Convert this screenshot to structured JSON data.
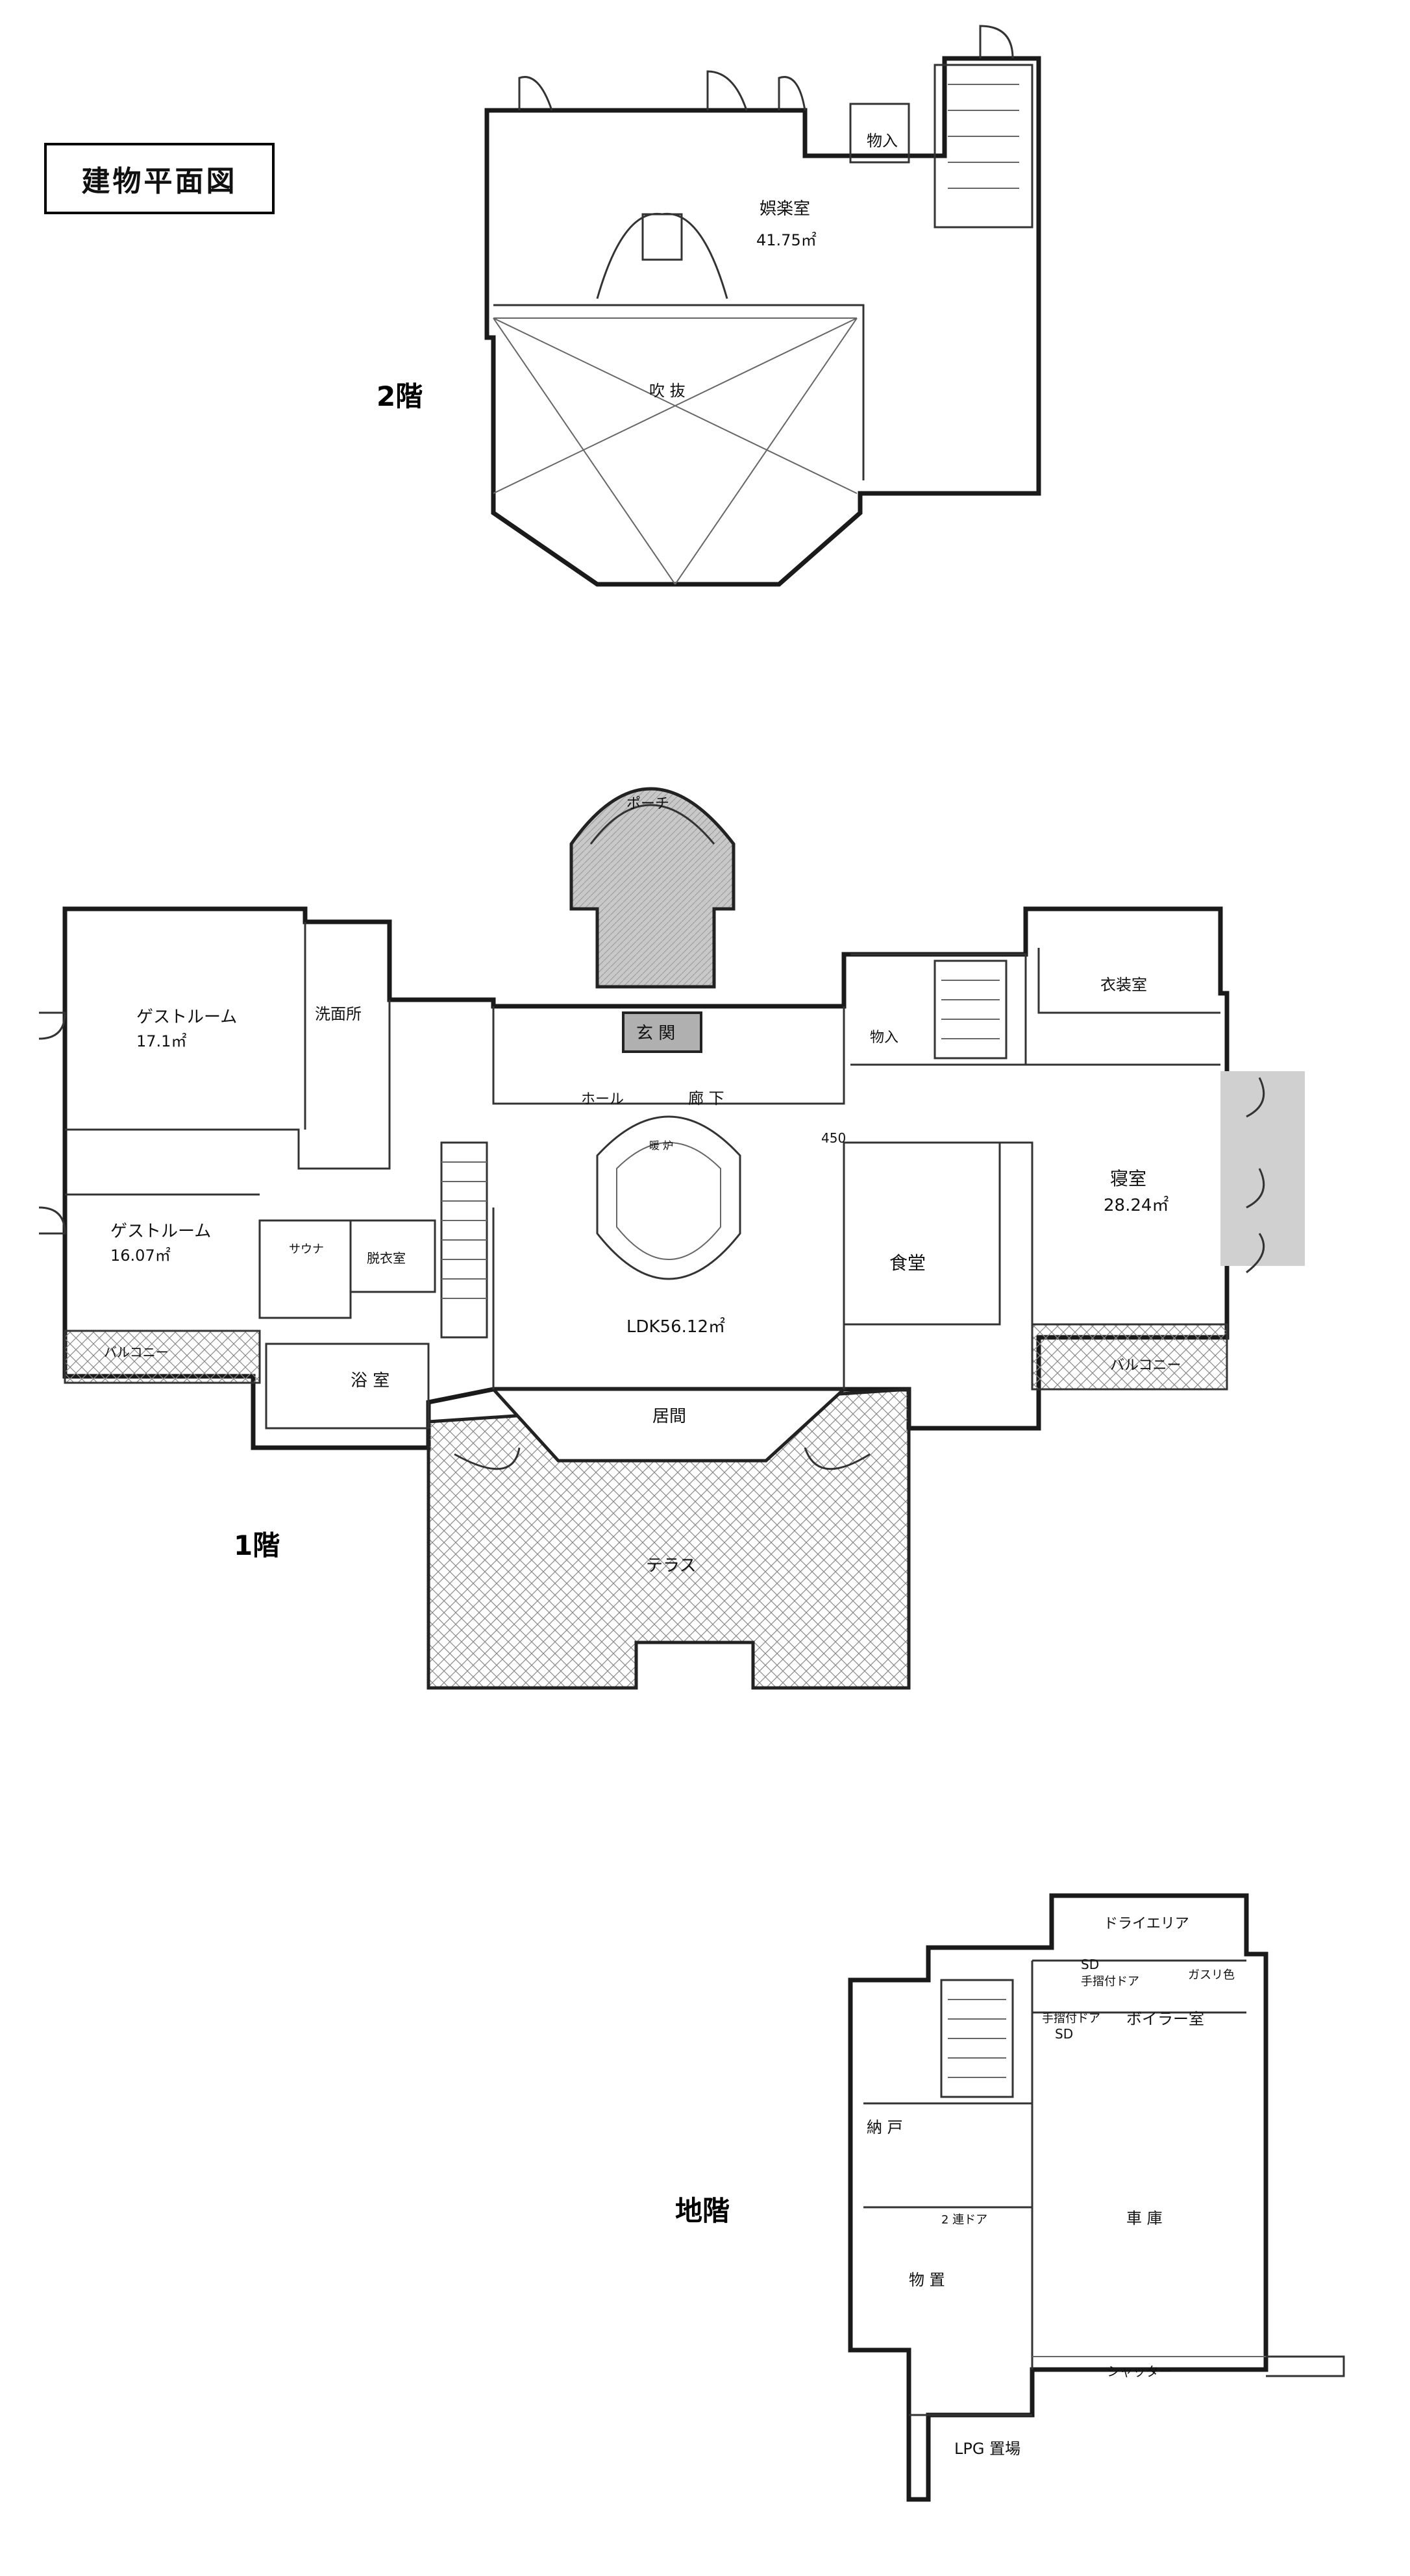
{
  "title": "建物平面図",
  "floors": {
    "second": {
      "label": "2階",
      "rooms": {
        "storage": "物入",
        "playroom": "娯楽室",
        "playroom_area": "41.75㎡",
        "void": "吹 抜"
      }
    },
    "first": {
      "label": "1階",
      "rooms": {
        "porch": "ポーチ",
        "guest1": "ゲストルーム",
        "guest1_area": "17.1㎡",
        "washroom": "洗面所",
        "entrance": "玄 関",
        "storage": "物入",
        "closet": "衣装室",
        "hall": "ホール",
        "corridor": "廊 下",
        "dim": "450",
        "fireplace": "暖 炉",
        "guest2": "ゲストルーム",
        "guest2_area": "16.07㎡",
        "sauna": "サウナ",
        "dressing": "脱衣室",
        "bath": "浴 室",
        "balcony_left": "バルコニー",
        "dining": "食堂",
        "bedroom": "寝室",
        "bedroom_area": "28.24㎡",
        "ldk": "LDK56.12㎡",
        "living": "居間",
        "balcony_right": "バルコニー",
        "terrace": "テラス"
      }
    },
    "basement": {
      "label": "地階",
      "rooms": {
        "dry_area": "ドライエリア",
        "sd": "SD",
        "door_note1": "手摺付ドア",
        "gas_meter": "ガスリ色",
        "door_note2": "手摺付ドア",
        "sd2": "SD",
        "boiler": "ボイラー室",
        "closet": "納 戸",
        "door_note3": "2 連ドア",
        "garage": "車 庫",
        "storage": "物 置",
        "shutter": "シャッター",
        "lpg": "LPG 置場"
      }
    }
  }
}
